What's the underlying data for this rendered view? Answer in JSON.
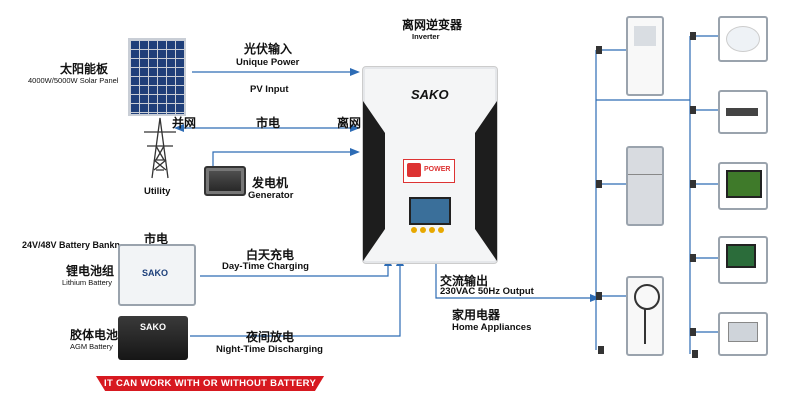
{
  "solar_panel": {
    "label_zh": "太阳能板",
    "label_en": "4000W/5000W Solar Panel"
  },
  "pv": {
    "label_zh": "光伏输入",
    "label_en": "Unique Power",
    "sub": "PV Input"
  },
  "inverter": {
    "label_zh": "离网逆变器",
    "label_en": "Inverter",
    "brand": "SAKO",
    "badge": "POWER"
  },
  "grid": {
    "tied": "并网",
    "mains": "市电",
    "off": "离网",
    "utility": "Utility"
  },
  "generator": {
    "label_zh": "发电机",
    "label_en": "Generator"
  },
  "battery_lithium": {
    "capacity": "24V/48V Battery Bankn",
    "top": "市电",
    "label_zh": "锂电池组",
    "label_en": "Lithium Battery",
    "brand": "SAKO"
  },
  "day_charge": {
    "label_zh": "白天充电",
    "label_en": "Day-Time Charging"
  },
  "battery_agm": {
    "label_zh": "胶体电池",
    "label_en": "AGM Battery",
    "brand": "SAKO"
  },
  "night_discharge": {
    "label_zh": "夜间放电",
    "label_en": "Night-Time Discharging"
  },
  "output": {
    "label_zh": "交流输出",
    "label_en": "230VAC 50Hz Output"
  },
  "appliances": {
    "label_zh": "家用电器",
    "label_en": "Home Appliances"
  },
  "banner": "IT CAN WORK WITH OR WITHOUT BATTERY",
  "colors": {
    "wire": "#2d6cb5",
    "banner": "#d71920",
    "panel": "#1f3f7a"
  }
}
